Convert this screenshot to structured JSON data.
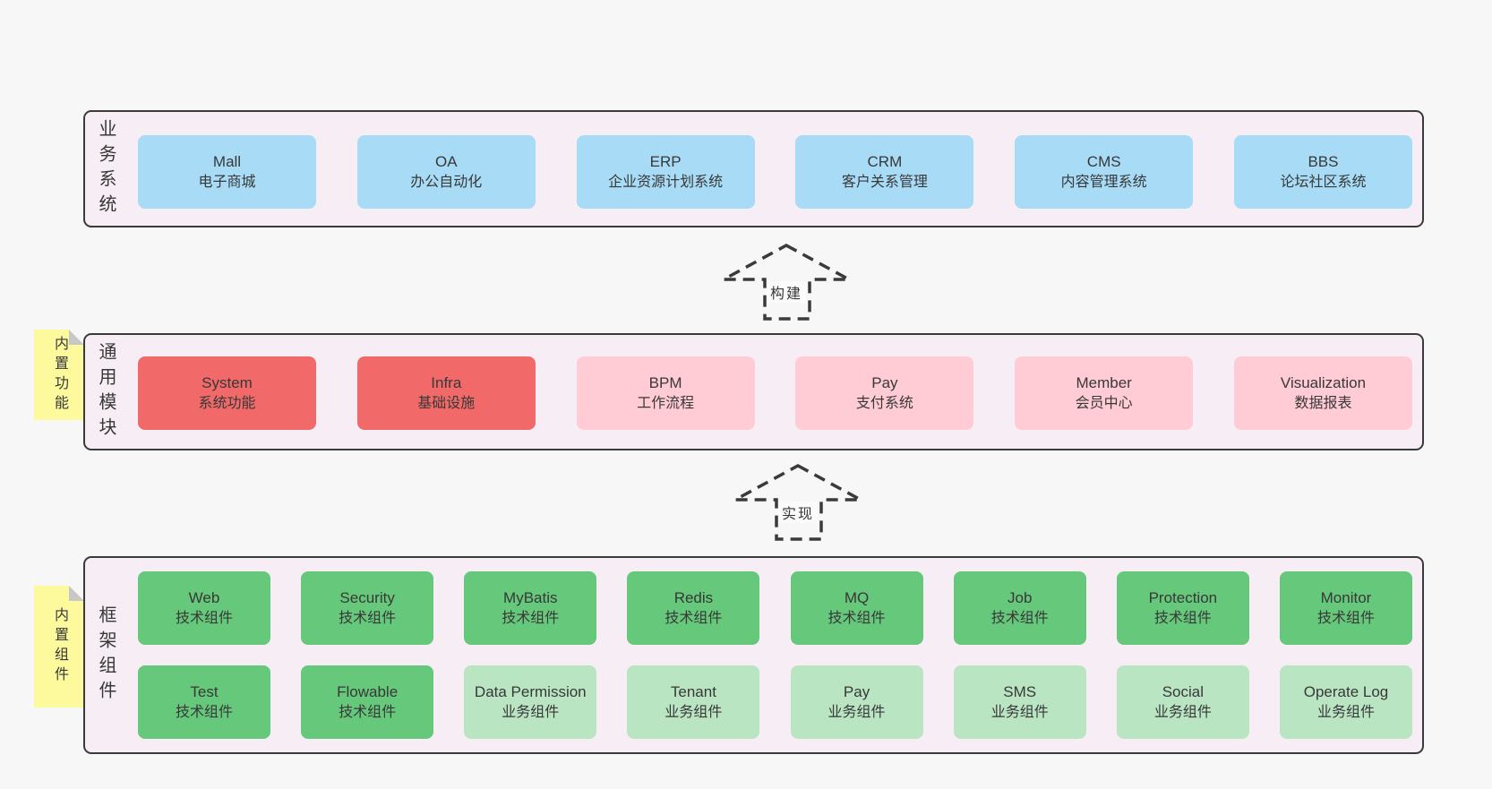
{
  "colors": {
    "page_bg": "#f7f7f7",
    "panel_bg": "#f7edf5",
    "panel_border": "#3a3a3a",
    "text": "#383838",
    "blue": "#a8dcf6",
    "red": "#f16969",
    "pink": "#ffccd5",
    "green": "#65c87b",
    "green_light": "#bae5c3",
    "sticky": "#fcfa9d",
    "fold": "#c7c7c7"
  },
  "panels": {
    "business": {
      "label": "业务系统",
      "boxes": [
        {
          "name": "Mall",
          "subtitle": "电子商城",
          "type": "blue"
        },
        {
          "name": "OA",
          "subtitle": "办公自动化",
          "type": "blue"
        },
        {
          "name": "ERP",
          "subtitle": "企业资源计划系统",
          "type": "blue"
        },
        {
          "name": "CRM",
          "subtitle": "客户关系管理",
          "type": "blue"
        },
        {
          "name": "CMS",
          "subtitle": "内容管理系统",
          "type": "blue"
        },
        {
          "name": "BBS",
          "subtitle": "论坛社区系统",
          "type": "blue"
        }
      ]
    },
    "modules": {
      "label": "通用模块",
      "sticky": "内置功能",
      "boxes": [
        {
          "name": "System",
          "subtitle": "系统功能",
          "type": "red"
        },
        {
          "name": "Infra",
          "subtitle": "基础设施",
          "type": "red"
        },
        {
          "name": "BPM",
          "subtitle": "工作流程",
          "type": "pink"
        },
        {
          "name": "Pay",
          "subtitle": "支付系统",
          "type": "pink"
        },
        {
          "name": "Member",
          "subtitle": "会员中心",
          "type": "pink"
        },
        {
          "name": "Visualization",
          "subtitle": "数据报表",
          "type": "pink"
        }
      ]
    },
    "components": {
      "label": "框架组件",
      "sticky": "内置组件",
      "rows": [
        [
          {
            "name": "Web",
            "subtitle": "技术组件",
            "type": "green"
          },
          {
            "name": "Security",
            "subtitle": "技术组件",
            "type": "green"
          },
          {
            "name": "MyBatis",
            "subtitle": "技术组件",
            "type": "green"
          },
          {
            "name": "Redis",
            "subtitle": "技术组件",
            "type": "green"
          },
          {
            "name": "MQ",
            "subtitle": "技术组件",
            "type": "green"
          },
          {
            "name": "Job",
            "subtitle": "技术组件",
            "type": "green"
          },
          {
            "name": "Protection",
            "subtitle": "技术组件",
            "type": "green"
          },
          {
            "name": "Monitor",
            "subtitle": "技术组件",
            "type": "green"
          }
        ],
        [
          {
            "name": "Test",
            "subtitle": "技术组件",
            "type": "green"
          },
          {
            "name": "Flowable",
            "subtitle": "技术组件",
            "type": "green"
          },
          {
            "name": "Data Permission",
            "subtitle": "业务组件",
            "type": "green_light"
          },
          {
            "name": "Tenant",
            "subtitle": "业务组件",
            "type": "green_light"
          },
          {
            "name": "Pay",
            "subtitle": "业务组件",
            "type": "green_light"
          },
          {
            "name": "SMS",
            "subtitle": "业务组件",
            "type": "green_light"
          },
          {
            "name": "Social",
            "subtitle": "业务组件",
            "type": "green_light"
          },
          {
            "name": "Operate Log",
            "subtitle": "业务组件",
            "type": "green_light"
          }
        ]
      ]
    }
  },
  "arrows": [
    {
      "label": "构建"
    },
    {
      "label": "实现"
    }
  ]
}
